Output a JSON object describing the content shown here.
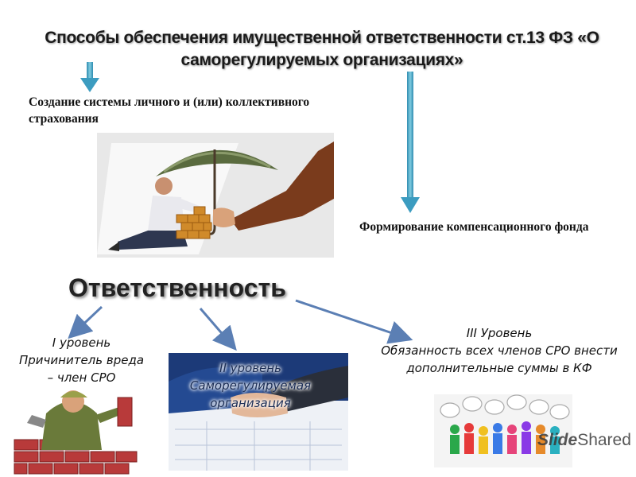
{
  "title": "Способы обеспечения имущественной ответственности ст.13 ФЗ «О саморегулируемых организациях»",
  "left_branch": "Создание системы личного и (или) коллективного страхования",
  "right_branch": "Формирование компенсационного фонда",
  "center_heading": "Ответственность",
  "levels": [
    {
      "heading": "I уровень",
      "body": "Причинитель вреда – член СРО"
    },
    {
      "heading": "II уровень",
      "body": "Саморегулируемая организация"
    },
    {
      "heading": "III Уровень",
      "body": "Обязанность всех членов СРО внести дополнительные суммы в КФ"
    }
  ],
  "watermark": {
    "part1": "Slide",
    "part2": "Shared"
  },
  "colors": {
    "down_arrow": "#4aa8c6",
    "diagonal_arrow": "#5b7fb4",
    "title_text": "#1a1a1a"
  },
  "images": [
    {
      "name": "insurance-illustration",
      "content": "man kneeling by brick wall, hand holding umbrella with money"
    },
    {
      "name": "bricklayer-illustration",
      "content": "cartoon worker laying bricks"
    },
    {
      "name": "handshake-photo",
      "content": "business handshake over blueprints"
    },
    {
      "name": "people-speech-bubbles",
      "content": "colorful figures with speech bubbles"
    }
  ]
}
